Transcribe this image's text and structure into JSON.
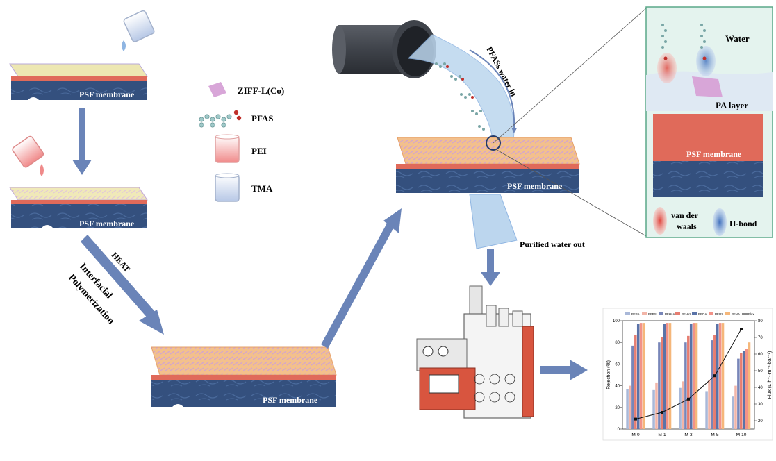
{
  "labels": {
    "psf_membrane": "PSF membrane",
    "ziff": "ZIFF-L(Co)",
    "pfas": "PFAS",
    "pei": "PEI",
    "tma": "TMA",
    "heat": "HEAT",
    "interfacial": "Interfacial",
    "polymerization": "Polymerization",
    "pfas_water_in": "PFASs water in",
    "purified_water_out": "Purified water out"
  },
  "inset": {
    "water": "Water",
    "pa_layer": "PA layer",
    "psf_membrane": "PSF membrane",
    "vdw_line1": "van der",
    "vdw_line2": "waals",
    "hbond": "H-bond"
  },
  "colors": {
    "membrane_blue": "#34507e",
    "psf_red": "#e06a5a",
    "pa_orange": "#f0a35e",
    "arrow_blue": "#6a84b8",
    "inset_bg": "#e4f3ee",
    "inset_border": "#5aa888"
  },
  "chart_data": {
    "type": "bar",
    "categories": [
      "M-0",
      "M-1",
      "M-3",
      "M-5",
      "M-10"
    ],
    "ylabel": "Rejection (%)",
    "y2label": "Flux (L·h⁻¹·m⁻²·bar⁻¹)",
    "ylim": [
      0,
      100
    ],
    "y2lim": [
      15,
      80
    ],
    "yticks": [
      "0",
      "20",
      "40",
      "60",
      "80",
      "100"
    ],
    "y2ticks": [
      "20",
      "30",
      "40",
      "50",
      "60",
      "70",
      "80"
    ],
    "series": [
      {
        "name": "PFBA",
        "color": "#a9b8d8",
        "values": [
          37,
          36,
          38,
          35,
          30
        ]
      },
      {
        "name": "PFBS",
        "color": "#f2b5a8",
        "values": [
          40,
          43,
          44,
          45,
          40
        ]
      },
      {
        "name": "PFHxA",
        "color": "#7886b8",
        "values": [
          77,
          80,
          80,
          82,
          65
        ]
      },
      {
        "name": "PFHxS",
        "color": "#e67d70",
        "values": [
          87,
          85,
          86,
          87,
          70
        ]
      },
      {
        "name": "PFOA",
        "color": "#5a73a8",
        "values": [
          97,
          97,
          97,
          97,
          72
        ]
      },
      {
        "name": "PFOS",
        "color": "#f29288",
        "values": [
          98,
          98,
          98,
          98,
          74
        ]
      },
      {
        "name": "PFNA",
        "color": "#f5b77a",
        "values": [
          98,
          98,
          98,
          98,
          80
        ]
      }
    ],
    "flux": {
      "name": "Flux",
      "values": [
        21,
        25,
        33,
        47,
        75
      ]
    },
    "legend": "top"
  }
}
